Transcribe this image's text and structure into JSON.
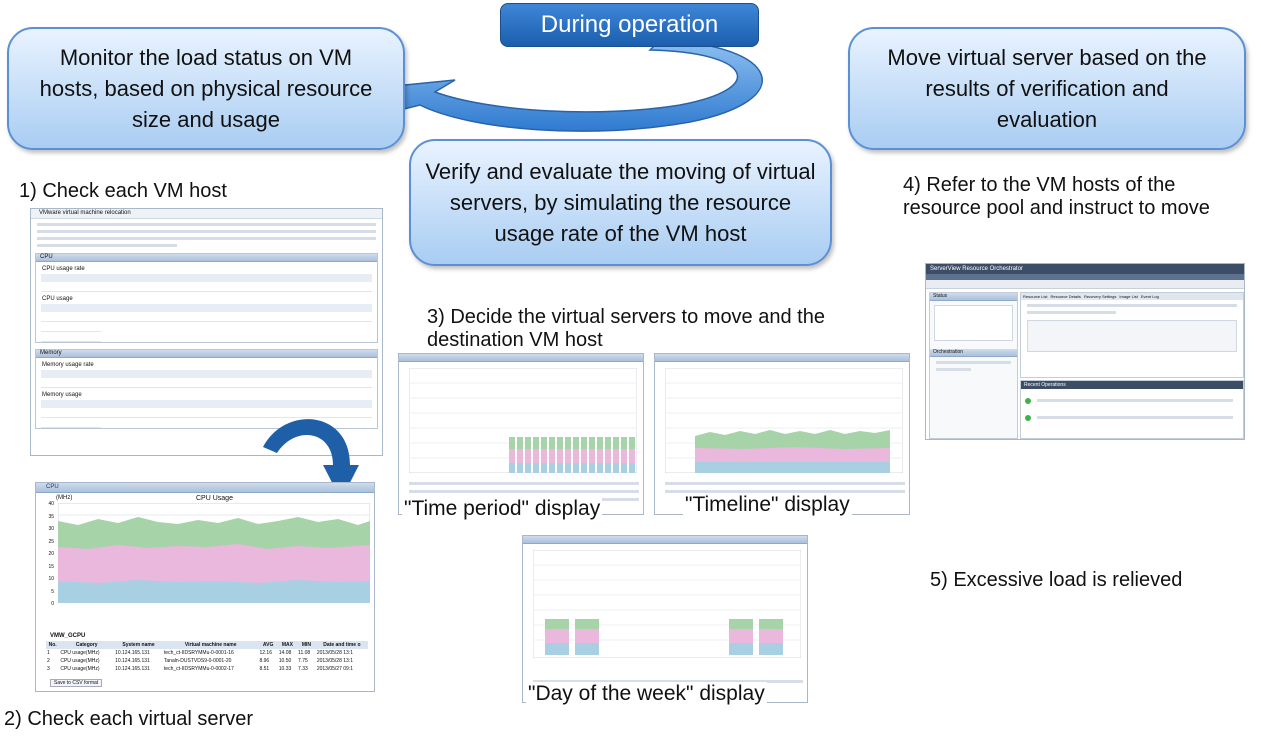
{
  "banner": {
    "label": "During operation"
  },
  "bubbles": {
    "monitor": "Monitor the load status on VM hosts, based on physical resource size and usage",
    "verify": "Verify and evaluate the moving of virtual servers, by simulating the resource usage rate of the VM host",
    "move": "Move virtual server based on the results of verification and evaluation"
  },
  "steps": {
    "s1": "1) Check each VM host",
    "s2": "2) Check each virtual server",
    "s3": "3) Decide the virtual servers to move and the destination VM host",
    "s4": "4) Refer to the VM hosts of the resource pool and instruct to move",
    "s5": "5) Excessive load is relieved"
  },
  "captions": {
    "time_period": "\"Time period\" display",
    "timeline": "\"Timeline\" display",
    "day_of_week": "\"Day of the week\" display"
  },
  "screens": {
    "vm_host": {
      "title": "VMware virtual machine relocation",
      "sections": [
        "CPU",
        "Memory"
      ],
      "subsections": [
        "CPU usage rate",
        "CPU usage",
        "Memory usage rate",
        "Memory usage"
      ]
    },
    "virtual_server": {
      "panel": "CPU",
      "chart_title": "CPU Usage",
      "unit": "(MHz)",
      "y_ticks": [
        "40",
        "35",
        "30",
        "25",
        "20",
        "15",
        "10",
        "5",
        "0"
      ],
      "table_title": "VMW_GCPU",
      "table_headers": [
        "No.",
        "Category",
        "System name",
        "Virtual machine name",
        "AVG",
        "MAX",
        "MIN",
        "Date and time o"
      ],
      "rows": [
        [
          "1",
          "CPU usage(MHz)",
          "10.124.165.131",
          "tech_ct-IIDSRYMMu-0-0001-16",
          "12.16",
          "14.08",
          "11.08",
          "2013/05/28 13:1"
        ],
        [
          "2",
          "CPU usage(MHz)",
          "10.124.165.131",
          "Tanaln-DUSTVDS9-0-0001-20",
          "8.96",
          "10.50",
          "7.75",
          "2013/05/28 13:1"
        ],
        [
          "3",
          "CPU usage(MHz)",
          "10.124.165.131",
          "tech_ct-IIDSRYMMu-0-0002-17",
          "8.51",
          "10.33",
          "7.33",
          "2013/05/27 09:1"
        ]
      ],
      "save_button": "Save to CSV format"
    },
    "resource": {
      "title": "ServerView Resource Orchestrator",
      "tabs": [
        "Resource List",
        "Resource Details",
        "Recovery Settings",
        "Image List",
        "Event Log"
      ],
      "panels": [
        "Status",
        "Orchestration",
        "Recent Operations"
      ]
    }
  },
  "colors": {
    "bubble_border": "#5b8fd6",
    "banner": "#1b5fae",
    "series_green": "#a7d3a9",
    "series_pink": "#e9b8dc",
    "series_blue": "#a9cfe3",
    "arrow": "#1f5fa8"
  },
  "icons": [
    "cycle-arrow-icon",
    "curved-arrow-icon"
  ]
}
